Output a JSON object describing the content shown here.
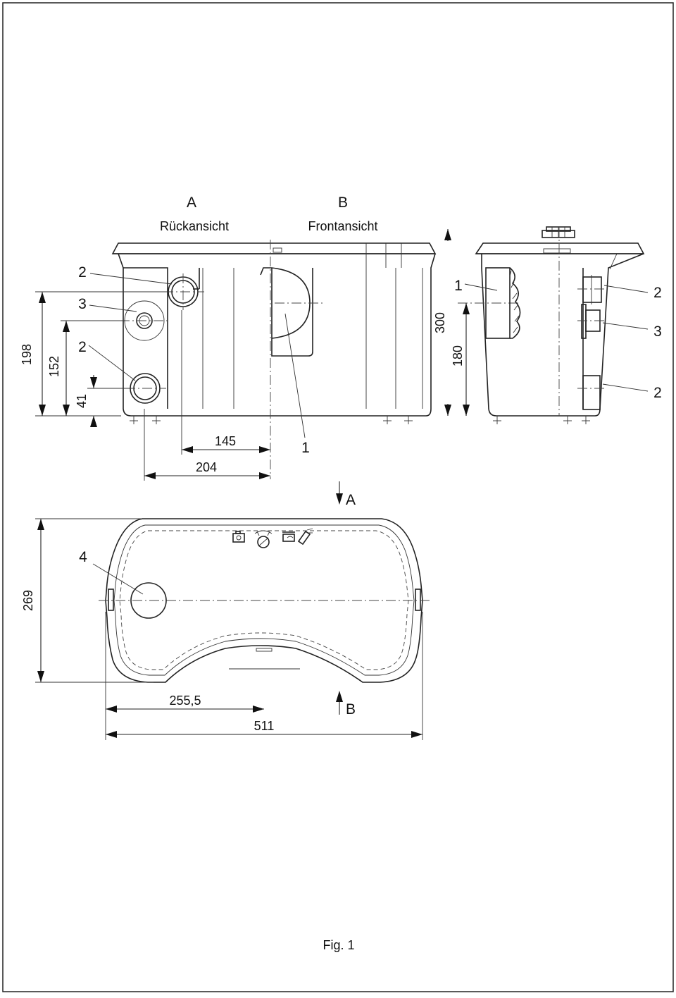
{
  "views": {
    "a": {
      "letter": "A",
      "name": "Rückansicht"
    },
    "b": {
      "letter": "B",
      "name": "Frontansicht"
    }
  },
  "dimensions": {
    "d198": "198",
    "d152": "152",
    "d41": "41",
    "d145": "145",
    "d204": "204",
    "d300": "300",
    "d180": "180",
    "d269": "269",
    "d255": "255,5",
    "d511": "511"
  },
  "callouts": {
    "back_top_2": "2",
    "back_3": "3",
    "back_bottom_2": "2",
    "front_1": "1",
    "side_1": "1",
    "side_top_2": "2",
    "side_3": "3",
    "side_bottom_2": "2",
    "plan_4": "4"
  },
  "view_arrows": {
    "a": "A",
    "b": "B"
  },
  "caption": "Fig. 1"
}
